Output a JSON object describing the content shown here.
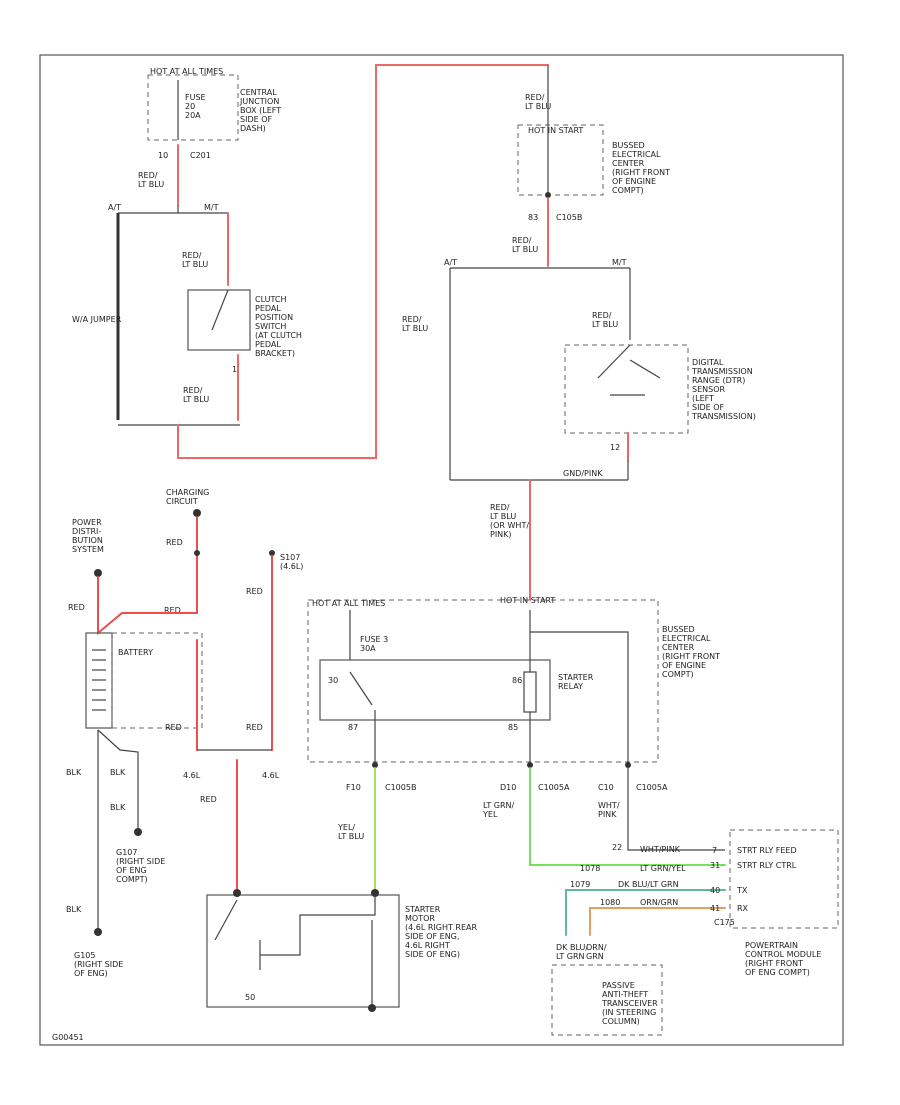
{
  "colors": {
    "red_lt_blu": "#ee6666",
    "red": "#ee4d4d",
    "yel_lt_blu": "#a8e060",
    "lt_grn_yel": "#79e05c",
    "dk_blu_grn": "#5fb8a0",
    "dk_orn": "#e0a060",
    "gray": "#888888",
    "black": "#333333"
  },
  "labels": {
    "hot_run_start_1": "HOT AT ALL TIMES",
    "fuse_box_1": "FUSE\n20\n20A",
    "central_jb": "CENTRAL\nJUNCTION\nBOX (LEFT\nSIDE OF\nDASH)",
    "c201": "C201",
    "pin_10": "10",
    "red_lt_blu_1": "RED/\nLT BLU",
    "at_1": "A/T",
    "m_t_1": "M/T",
    "red_lt_blu_2": "RED/\nLT BLU",
    "clutch_sw": "CLUTCH\nPEDAL\nPOSITION\nSWITCH\n(AT CLUTCH\nPEDAL\nBRACKET)",
    "wire_jumper": "W/A JUMPER",
    "pin_1": "1",
    "red_lt_blu_3": "RED/\nLT BLU",
    "red_lt_blu_4": "RED/\nLT BLU",
    "hot_start": "HOT IN START",
    "bussed_ec_1": "BUSSED\nELECTRICAL\nCENTER\n(RIGHT FRONT\nOF ENGINE\nCOMPT)",
    "pin_83": "83",
    "c105b": "C105B",
    "red_lt_blu_5": "RED/\nLT BLU",
    "at_2": "A/T",
    "m_t_2": "M/T",
    "red_lt_blu_6": "RED/\nLT BLU",
    "red_lt_blu_7": "RED/\nLT BLU",
    "dtr_sensor": "DIGITAL\nTRANSMISSION\nRANGE (DTR)\nSENSOR\n(LEFT\nSIDE OF\nTRANSMISSION)",
    "pin_12": "12",
    "gnd_pin_12": "GND/PINK",
    "red_lt_blu_8": "RED/\nLT BLU\n(OR WHT/\nPINK)",
    "charging_circuit": "CHARGING\nCIRCUIT",
    "power_dist": "POWER\nDISTRI-\nBUTION\nSYSTEM",
    "red_1": "RED",
    "red_2": "RED",
    "red_3": "RED",
    "s107": "S107\n(4.6L)",
    "red_4": "RED",
    "battery": "BATTERY",
    "hot_at_all_times_2": "HOT AT ALL TIMES",
    "fuse_3": "FUSE 3\n30A",
    "pin_30": "30",
    "pin_87": "87",
    "pin_86": "86",
    "pin_85": "85",
    "starter_relay": "STARTER\nRELAY",
    "bussed_ec_2": "BUSSED\nELECTRICAL\nCENTER\n(RIGHT FRONT\nOF ENGINE\nCOMPT)",
    "hot_start_2": "HOT IN START",
    "red_5": "RED",
    "red_6": "RED",
    "red_7": "RED",
    "l46a": "4.6L",
    "l46b": "4.6L",
    "blk_1": "BLK",
    "blk_2": "BLK",
    "blk_3": "BLK",
    "blk_4": "BLK",
    "g107": "G107\n(RIGHT SIDE\nOF ENG\nCOMPT)",
    "g105": "G105\n(RIGHT SIDE\nOF ENG)",
    "f10": "F10",
    "c1005b": "C1005B",
    "d10": "D10",
    "c1005a": "C1005A",
    "c10": "C10",
    "c1005a_2": "C1005A",
    "yel_lt_blu": "YEL/\nLT BLU",
    "lt_grn_yel": "LT GRN/\nYEL",
    "wht_pink": "WHT/\nPINK",
    "pin_22": "22",
    "starter_motor": "STARTER\nMOTOR\n(4.6L RIGHT REAR\nSIDE OF ENG,\n4.6L RIGHT\nSIDE OF ENG)",
    "pin_50": "50",
    "wire_1078": "1078",
    "wire_1078_lt": "LT GRN/YEL",
    "wire_1079": "1079",
    "wire_1079_lt": "DK BLU/LT GRN",
    "wire_1080": "1080",
    "wire_1080_lt": "ORN/GRN",
    "wht_pink_2": "WHT/PINK",
    "pcm_l1": "STRT RLY FEED",
    "pcm_l2": "STRT RLY CTRL",
    "pcm_l3": "TX",
    "pcm_l4": "RX",
    "pin_pcm_1": "7",
    "pin_pcm_2": "31",
    "pin_pcm_3": "40",
    "pin_pcm_4": "41",
    "c175": "C175",
    "pcm": "POWERTRAIN\nCONTROL MODULE\n(RIGHT FRONT\nOF ENG COMPT)",
    "pats": "PASSIVE\nANTI-THEFT\nTRANSCEIVER\n(IN STEERING\nCOLUMN)",
    "pats_pin_1": "DK BLU/\nLT GRN",
    "pats_pin_2": "ORN/\nGRN",
    "footer_code": "G00451"
  }
}
